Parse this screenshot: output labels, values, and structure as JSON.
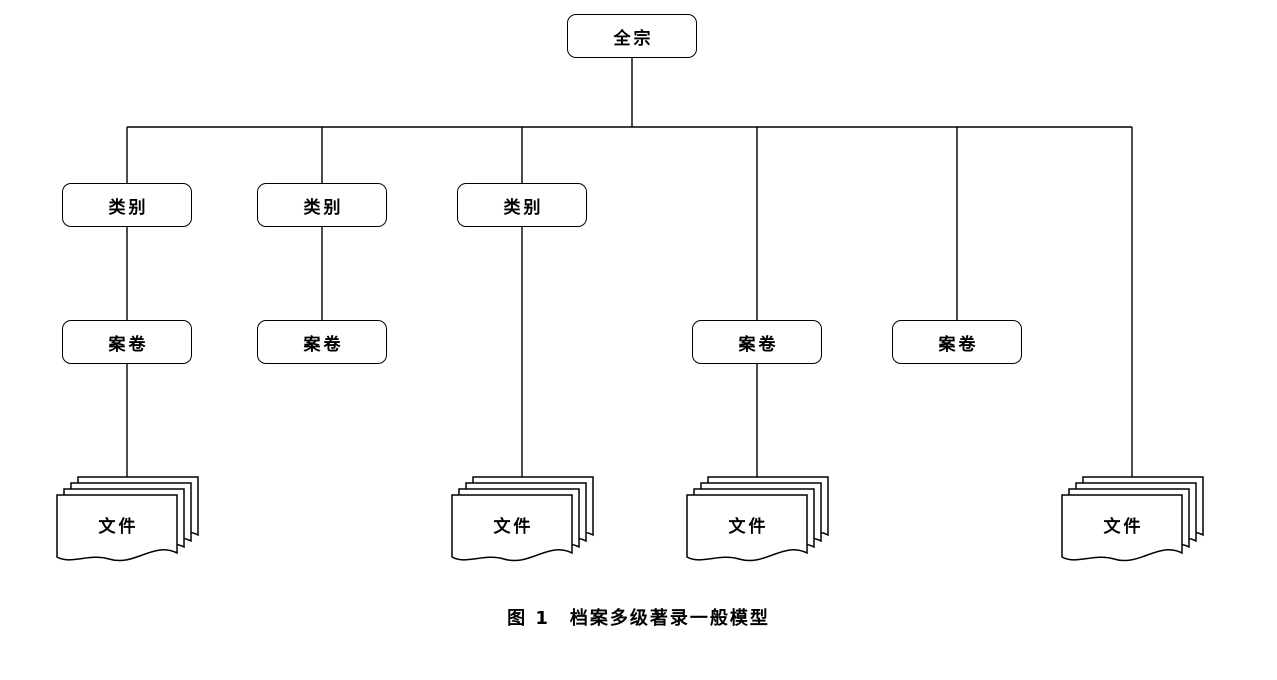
{
  "caption": "图 1　档案多级著录一般模型",
  "tree": {
    "root": "全宗",
    "branches": [
      {
        "category": "类别",
        "folder": "案卷",
        "document": "文件"
      },
      {
        "category": "类别",
        "folder": "案卷"
      },
      {
        "category": "类别",
        "document": "文件"
      },
      {
        "folder": "案卷",
        "document": "文件"
      },
      {
        "folder": "案卷"
      },
      {
        "document": "文件"
      }
    ]
  }
}
